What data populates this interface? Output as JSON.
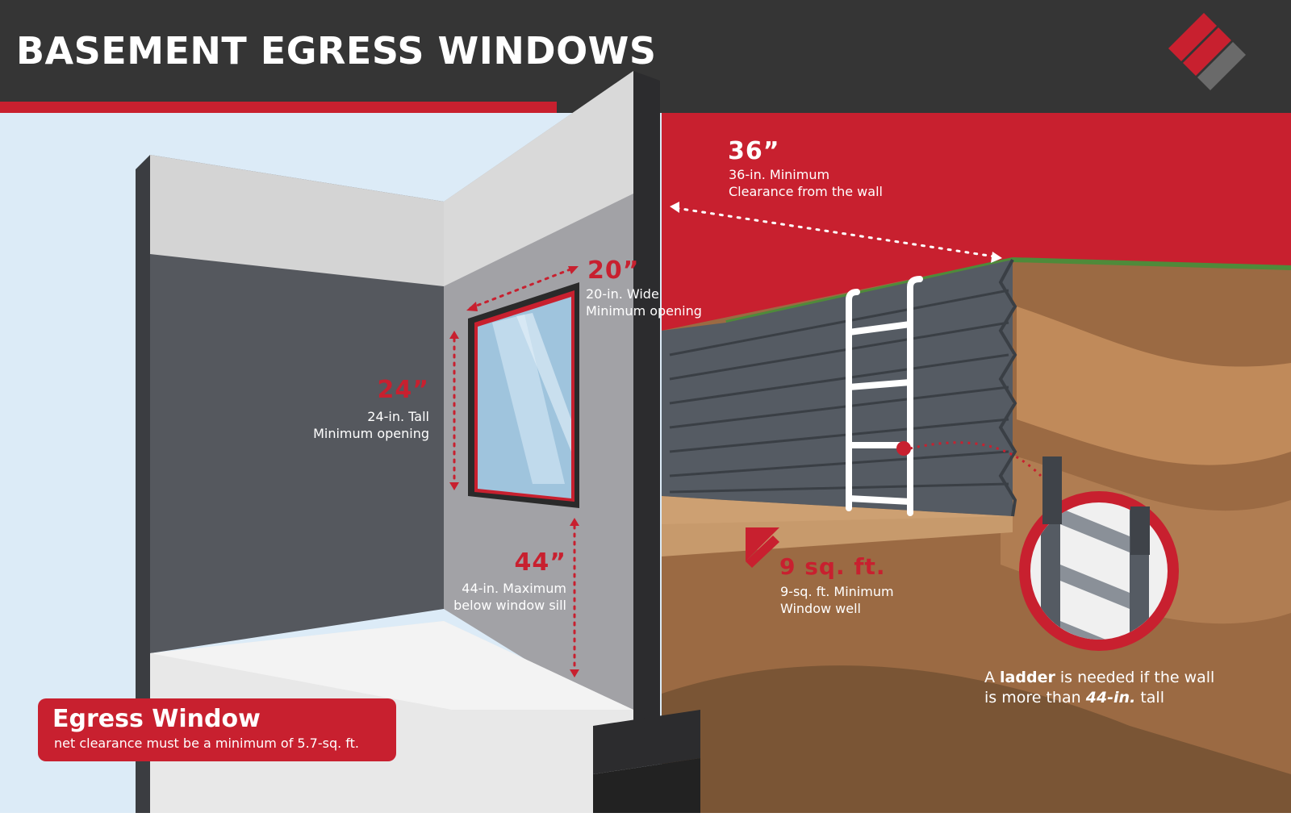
{
  "title": "BASEMENT EGRESS WINDOWS",
  "colors": {
    "brand_red": "#c8202f",
    "header_dark": "#353535",
    "sky": "#dcebf7",
    "soil": "#a8744a"
  },
  "labels": {
    "clearance": {
      "value": "36”",
      "line1": "36-in. Minimum",
      "line2": "Clearance from the wall"
    },
    "width": {
      "value": "20”",
      "line1": "20-in. Wide",
      "line2": "Minimum opening"
    },
    "height": {
      "value": "24”",
      "line1": "24-in. Tall",
      "line2": "Minimum opening"
    },
    "sill": {
      "value": "44”",
      "line1": "44-in. Maximum",
      "line2": "below window sill"
    },
    "well": {
      "value": "9 sq. ft.",
      "line1": "9-sq. ft. Minimum",
      "line2": "Window well"
    },
    "ladder_note": {
      "p1": "A ",
      "bold": "ladder",
      "p2": " is needed if the wall",
      "p3": "is more than ",
      "italic": "44-in.",
      "p4": " tall"
    }
  },
  "badge": {
    "title": "Egress Window",
    "subtitle": "net clearance must be a minimum of 5.7-sq. ft."
  },
  "icons": {
    "logo": "brand-logo-icon",
    "corner": "window-well-corner-icon",
    "ladder_zoom": "ladder-zoom-icon"
  }
}
